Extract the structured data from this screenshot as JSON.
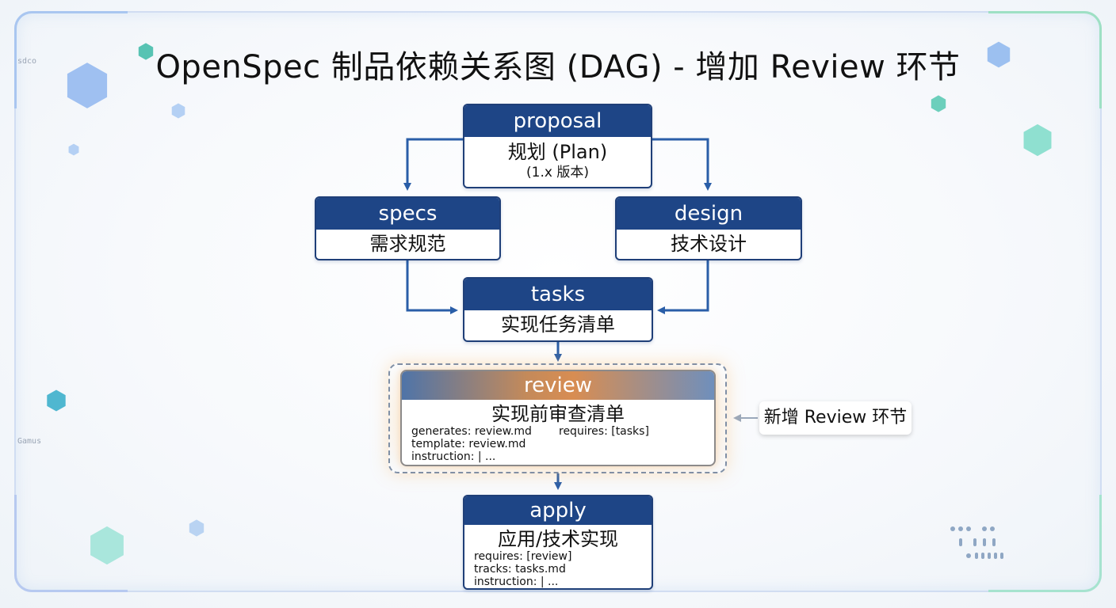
{
  "title": "OpenSpec 制品依赖关系图 (DAG) - 增加 Review 环节",
  "nodes": {
    "proposal": {
      "header": "proposal",
      "line1": "规划 (Plan)",
      "line2": "(1.x 版本)"
    },
    "specs": {
      "header": "specs",
      "line1": "需求规范"
    },
    "design": {
      "header": "design",
      "line1": "技术设计"
    },
    "tasks": {
      "header": "tasks",
      "line1": "实现任务清单"
    },
    "review": {
      "header": "review",
      "line1": "实现前审查清单",
      "generates": "generates: review.md",
      "requires": "requires: [tasks]",
      "template": "template: review.md",
      "instruction": "instruction: | ..."
    },
    "apply": {
      "header": "apply",
      "line1": "应用/技术实现",
      "requires": "requires: [review]",
      "tracks": "tracks: tasks.md",
      "instruction": "instruction: | ..."
    }
  },
  "callout": "新增 Review 环节",
  "side_labels": {
    "top": "sdco",
    "left": "Gamus"
  },
  "colors": {
    "node_header": "#1e4586",
    "node_border": "#1f3f78",
    "arrow": "#2a5ea8",
    "review_glow": "#f2b36a"
  }
}
